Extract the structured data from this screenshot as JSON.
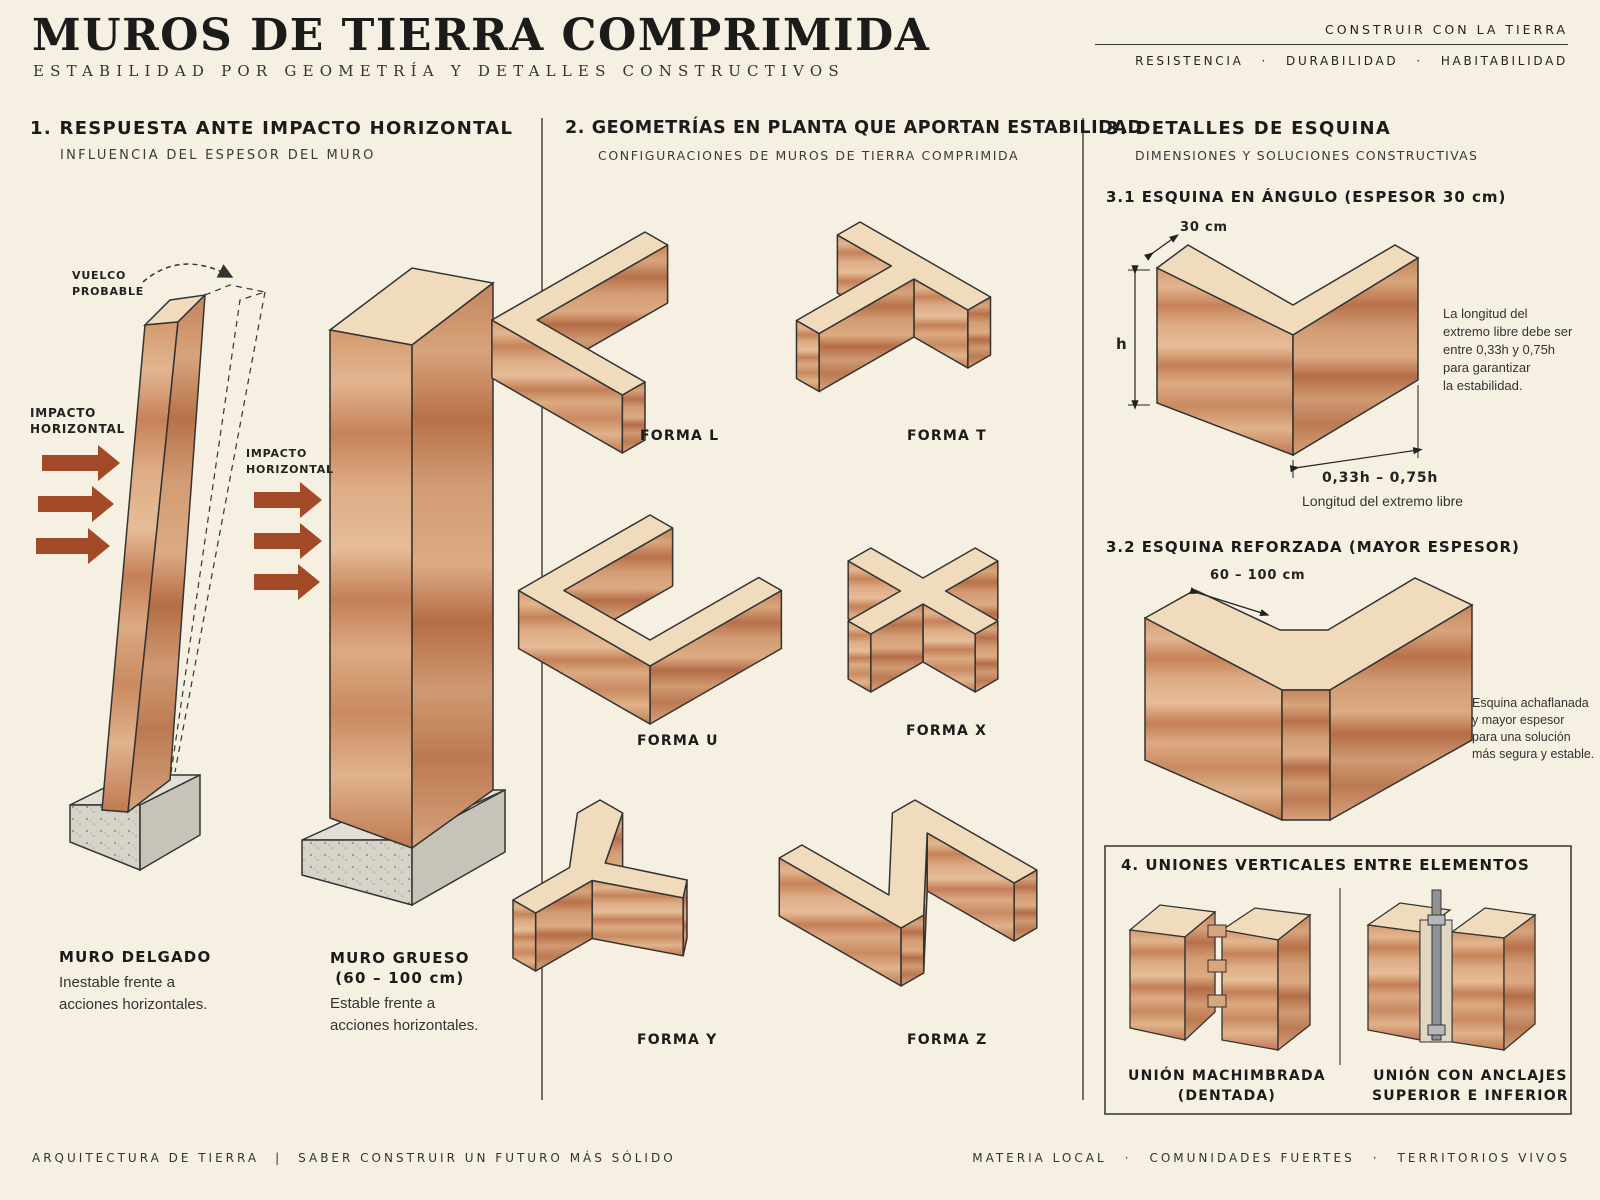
{
  "header": {
    "title": "MUROS DE TIERRA COMPRIMIDA",
    "subtitle": "ESTABILIDAD POR GEOMETRÍA Y DETALLES CONSTRUCTIVOS",
    "brand": "CONSTRUIR CON LA TIERRA",
    "tagline": [
      "RESISTENCIA",
      "·",
      "DURABILIDAD",
      "·",
      "HABITABILIDAD"
    ]
  },
  "section1": {
    "title": "1.  RESPUESTA ANTE IMPACTO HORIZONTAL",
    "subtitle": "INFLUENCIA DEL ESPESOR DEL MURO",
    "vuelco": [
      "VUELCO",
      "PROBABLE"
    ],
    "impacto_left": [
      "IMPACTO",
      "HORIZONTAL"
    ],
    "impacto_right": [
      "IMPACTO",
      "HORIZONTAL"
    ],
    "thin": {
      "title": "MURO DELGADO",
      "desc": [
        "Inestable frente a",
        "acciones horizontales."
      ]
    },
    "thick": {
      "title": [
        "MURO GRUESO",
        "(60 – 100 cm)"
      ],
      "desc": [
        "Estable frente a",
        "acciones horizontales."
      ]
    }
  },
  "section2": {
    "title": "2.  GEOMETRÍAS EN PLANTA QUE APORTAN ESTABILIDAD",
    "subtitle": "CONFIGURACIONES DE MUROS DE TIERRA COMPRIMIDA",
    "forms": [
      "FORMA L",
      "FORMA T",
      "FORMA U",
      "FORMA X",
      "FORMA Y",
      "FORMA Z"
    ]
  },
  "section3": {
    "title": "3.  DETALLES DE ESQUINA",
    "subtitle": "DIMENSIONES Y SOLUCIONES CONSTRUCTIVAS",
    "s31": {
      "title": "3.1   ESQUINA EN ÁNGULO (ESPESOR 30 cm)",
      "thickness": "30 cm",
      "height": "h",
      "note": [
        "La longitud del",
        "extremo libre debe ser",
        "entre 0,33h y 0,75h",
        "para garantizar",
        "la estabilidad."
      ],
      "dim": "0,33h – 0,75h",
      "dim_caption": "Longitud del extremo libre"
    },
    "s32": {
      "title": "3.2   ESQUINA REFORZADA (MAYOR ESPESOR)",
      "dim": "60 – 100 cm",
      "note": [
        "Esquina achaflanada",
        "y mayor espesor",
        "para una solución",
        "más segura y estable."
      ]
    }
  },
  "section4": {
    "title": "4.  UNIONES VERTICALES ENTRE ELEMENTOS",
    "left": [
      "UNIÓN MACHIMBRADA",
      "(DENTADA)"
    ],
    "right": [
      "UNIÓN CON ANCLAJES",
      "SUPERIOR E INFERIOR"
    ]
  },
  "footer": {
    "left": [
      "ARQUITECTURA DE TIERRA",
      "|",
      "SABER CONSTRUIR UN FUTURO MÁS SÓLIDO"
    ],
    "right": [
      "MATERIA LOCAL",
      "·",
      "COMUNIDADES FUERTES",
      "·",
      "TERRITORIOS VIVOS"
    ]
  },
  "colors": {
    "background": "#f6f0e2",
    "earth_light": "#d9a67c",
    "earth_dark": "#b5704a",
    "top_face": "#f0dcbc",
    "arrow": "#a24a27",
    "concrete": "#d6d2c8"
  }
}
